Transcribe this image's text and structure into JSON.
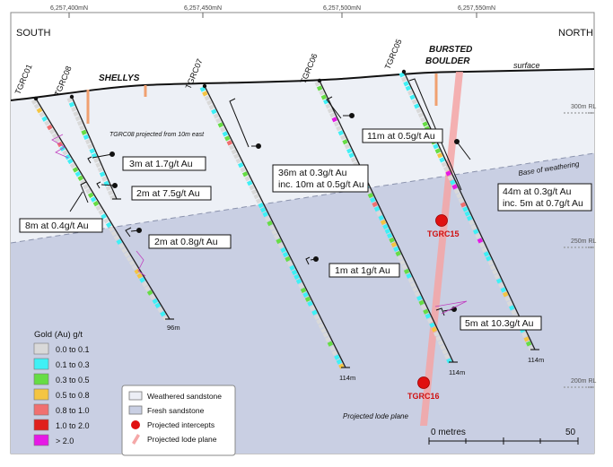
{
  "header": {
    "coords": [
      "6,257,400mN",
      "6,257,450mN",
      "6,257,500mN",
      "6,257,550mN"
    ],
    "south": "SOUTH",
    "north": "NORTH"
  },
  "places": {
    "shellys": "SHELLYS",
    "bursted": "BURSTED",
    "boulder": "BOULDER",
    "surface": "surface",
    "base_weathering": "Base of weathering",
    "projected_note": "TGRC08 projected from 10m east",
    "lode_plane": "Projected lode plane"
  },
  "elevations": [
    "300m RL",
    "250m RL",
    "200m RL"
  ],
  "holes": [
    {
      "name": "TGRC01",
      "depth": "96m"
    },
    {
      "name": "TGRC08",
      "depth": ""
    },
    {
      "name": "TGRC07",
      "depth": "114m"
    },
    {
      "name": "TGRC06",
      "depth": "114m"
    },
    {
      "name": "TGRC05",
      "depth": "114m"
    }
  ],
  "intercepts": [
    "3m at 1.7g/t Au",
    "2m at 7.5g/t Au",
    "8m at 0.4g/t Au",
    "2m at 0.8g/t Au",
    "36m at 0.3g/t Au",
    "inc. 10m at 0.5g/t Au",
    "1m at 1g/t Au",
    "11m at 0.5g/t Au",
    "44m at 0.3g/t Au",
    "inc. 5m at 0.7g/t Au",
    "5m at 10.3g/t Au"
  ],
  "projected_intercepts": [
    "TGRC15",
    "TGRC16"
  ],
  "gold_legend": {
    "title": "Gold (Au) g/t",
    "items": [
      {
        "label": "0.0 to 0.1",
        "color": "#d9d9d9"
      },
      {
        "label": "0.1 to 0.3",
        "color": "#3ff0f5"
      },
      {
        "label": "0.3 to 0.5",
        "color": "#66dd44"
      },
      {
        "label": "0.5 to 0.8",
        "color": "#f4c542"
      },
      {
        "label": "0.8 to 1.0",
        "color": "#f07070"
      },
      {
        "label": "1.0 to 2.0",
        "color": "#e0201c"
      },
      {
        "label": "> 2.0",
        "color": "#e619e6"
      }
    ]
  },
  "litho_legend": {
    "items": [
      {
        "label": "Weathered sandstone",
        "color": "#eceef5"
      },
      {
        "label": "Fresh sandstone",
        "color": "#c9cfe3"
      },
      {
        "label": "Projected intercepts",
        "color": "#e01010"
      },
      {
        "label": "Projected lode plane",
        "color": "#f5a8a8"
      }
    ]
  },
  "scale": {
    "start": "0 metres",
    "end": "50"
  }
}
